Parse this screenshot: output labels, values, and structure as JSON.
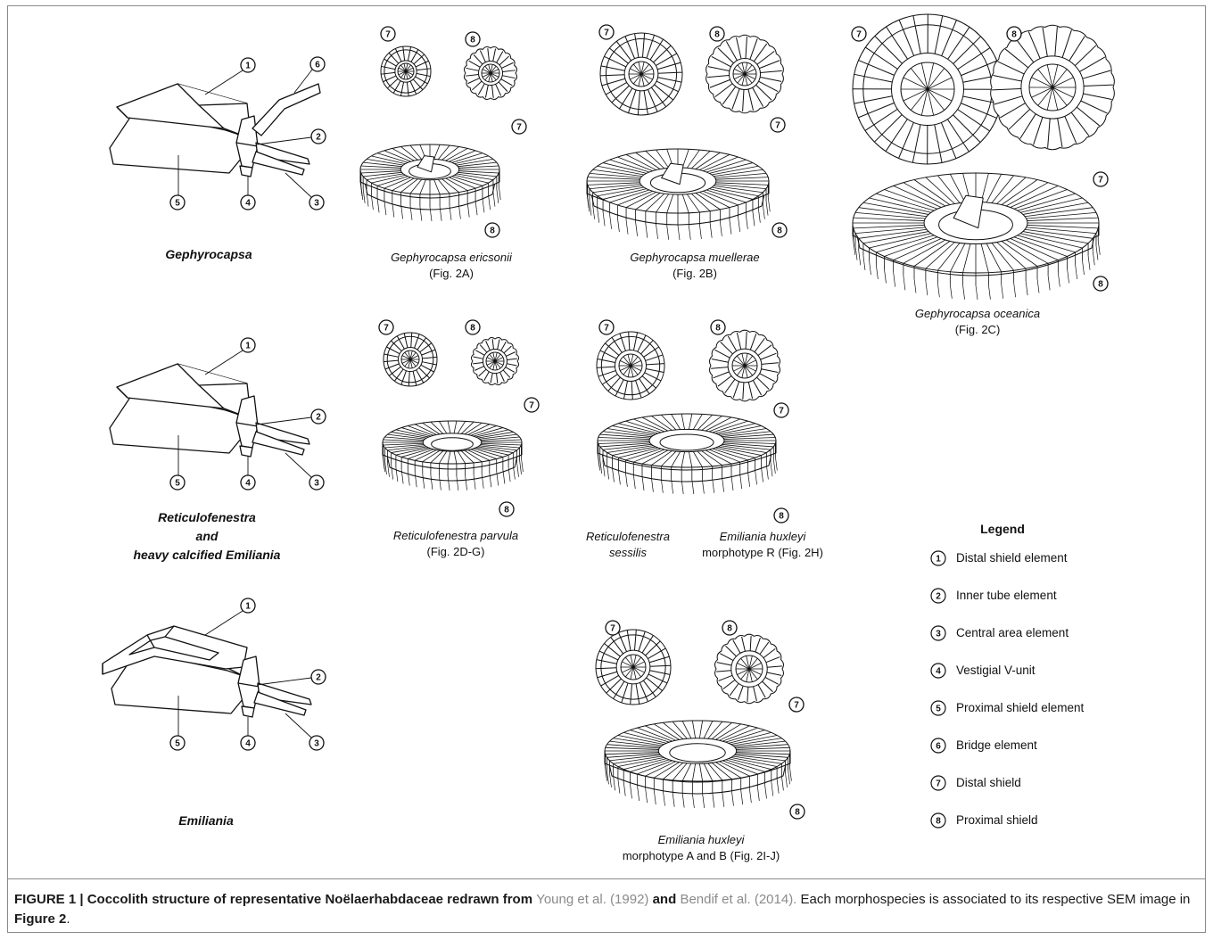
{
  "drawings": {
    "structure_labels": [
      "Gephyrocapsa",
      [
        "Reticulofenestra",
        "and",
        "heavy calcified Emiliania"
      ],
      "Emiliania"
    ],
    "species": [
      {
        "name": "Gephyrocapsa ericsonii",
        "ref": "(Fig. 2A)"
      },
      {
        "name": "Gephyrocapsa muellerae",
        "ref": "(Fig. 2B)"
      },
      {
        "name": "Gephyrocapsa oceanica",
        "ref": "(Fig. 2C)"
      },
      {
        "name": "Reticulofenestra parvula",
        "ref": "(Fig. 2D-G)"
      },
      {
        "name": [
          "Reticulofenestra",
          "sessilis"
        ]
      },
      {
        "name": "Emiliania huxleyi",
        "ref": "morphotype R (Fig. 2H)"
      },
      {
        "name": "Emiliania huxleyi",
        "ref": "morphotype A and B (Fig. 2I-J)"
      }
    ]
  },
  "legend": {
    "title": "Legend",
    "items": [
      {
        "num": "1",
        "label": "Distal shield element"
      },
      {
        "num": "2",
        "label": "Inner tube element"
      },
      {
        "num": "3",
        "label": "Central area element"
      },
      {
        "num": "4",
        "label": "Vestigial V-unit"
      },
      {
        "num": "5",
        "label": "Proximal shield element"
      },
      {
        "num": "6",
        "label": "Bridge element"
      },
      {
        "num": "7",
        "label": "Distal shield"
      },
      {
        "num": "8",
        "label": "Proximal shield"
      }
    ]
  },
  "caption": {
    "lead": "FIGURE 1 | Coccolith structure of representative Noëlaerhabdaceae redrawn from ",
    "cite1": "Young et al. (1992)",
    "and": " and ",
    "cite2": "Bendif et al. (2014).",
    "rest": " Each morphospecies is associated to its respective SEM image in ",
    "fig_ref": "Figure 2",
    "end": "."
  }
}
